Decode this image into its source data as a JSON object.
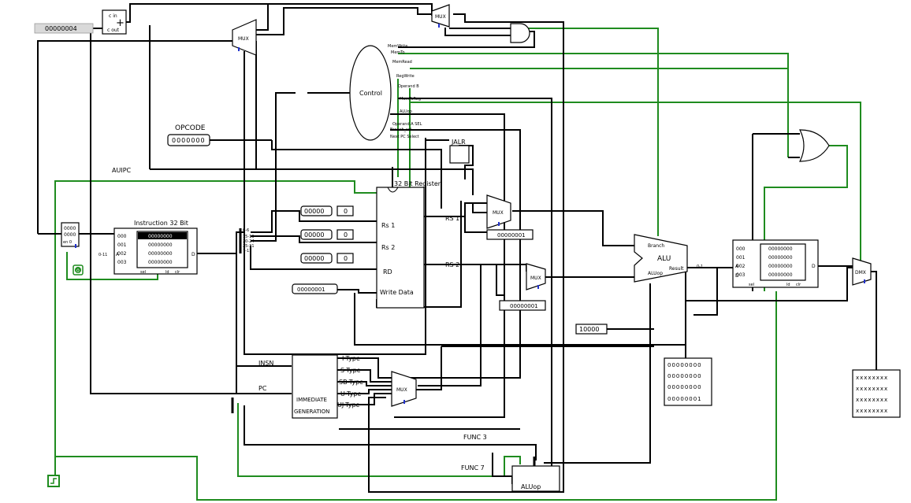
{
  "pc_increment_constant": "00000004",
  "adder": {
    "cin": "c in",
    "cout": "c out",
    "plus": "+"
  },
  "mux_label": "MUX",
  "demux_label": "DMX",
  "opcode": {
    "label": "OPCODE",
    "value": "0000000"
  },
  "auipc_label": "AUIPC",
  "instruction_memory": {
    "title": "Instruction 32 Bit",
    "addresses": [
      "000",
      "001",
      "002",
      "003"
    ],
    "rows": [
      "00000000",
      "00000000",
      "00000000",
      "00000000"
    ],
    "pin_a": "A",
    "pin_d": "D",
    "pin_sel": "sel",
    "pin_ld": "ld",
    "pin_clr": "clr",
    "addr_width_label": "0-11"
  },
  "pc_register": {
    "value": "0000",
    "value2": "0000",
    "en": "en 0"
  },
  "splitter_labels": [
    "0-6",
    "15-19",
    "20-24",
    "25-31",
    "7-11"
  ],
  "register_file": {
    "title": "32 Bit Register",
    "ports": [
      "Rs 1",
      "Rs 2",
      "RD",
      "Write Data"
    ],
    "out_rs1": "RS 1",
    "out_rs2": "RS 2",
    "probes": [
      {
        "bits": "00000",
        "dec": "0"
      },
      {
        "bits": "00000",
        "dec": "0"
      },
      {
        "bits": "00000",
        "dec": "0"
      }
    ],
    "write_data_probe": "00000001"
  },
  "control": {
    "label": "Control",
    "signals": [
      "MemWrite",
      "MemTo",
      "MemRead",
      "RegWrite",
      "Operand B",
      "MemToReg",
      "ALUop",
      "Operand A SEL",
      "Branch_sel",
      "Next PC Select"
    ]
  },
  "jalr": {
    "label": "JALR"
  },
  "constants": {
    "mux1": "00000001",
    "mux2": "00000001",
    "alu_in": "10000"
  },
  "alu": {
    "label": "ALU",
    "in_branch": "Branch",
    "in_aluop": "ALUop",
    "out_result": "Result",
    "out_width": "0-1"
  },
  "data_memory": {
    "addresses": [
      "000",
      "001",
      "002",
      "003"
    ],
    "rows": [
      "00000000",
      "00000000",
      "00000000",
      "00000000"
    ],
    "pin_a": "A",
    "pin_d": "D",
    "pin_sel": "sel",
    "pin_ld": "ld",
    "pin_clr": "clr"
  },
  "alu_result_probe": {
    "rows": [
      "00000000",
      "00000000",
      "00000000",
      "00000001"
    ]
  },
  "output_probe": {
    "rows": [
      "xxxxxxxx",
      "xxxxxxxx",
      "xxxxxxxx",
      "xxxxxxxx"
    ]
  },
  "immediate_generation": {
    "label_line1": "IMMEDIATE",
    "label_line2": "GENERATION",
    "outputs": [
      "I-Type",
      "S-Type",
      "SB-Type",
      "U-Type",
      "UJ-Type"
    ],
    "in_insn": "INSN",
    "in_pc": "PC"
  },
  "func3_label": "FUNC 3",
  "func7_label": "FUNC 7",
  "aluop_block": {
    "label": "ALUop"
  },
  "clock_label": "0",
  "colors": {
    "wire": "#000000",
    "active_wire": "#1f8c1f",
    "pin_dot": "#2233cc",
    "highlight": "#000000"
  }
}
